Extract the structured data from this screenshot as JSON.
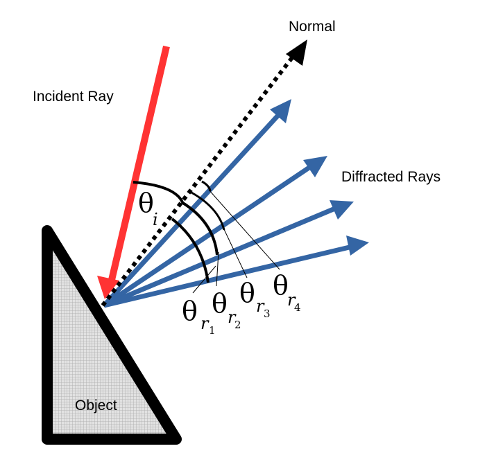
{
  "labels": {
    "normal": "Normal",
    "incident_ray": "Incident Ray",
    "diffracted_rays": "Diffracted Rays",
    "object": "Object"
  },
  "angles": {
    "theta": "θ",
    "incident_sub": "i",
    "reflected_sub": "r",
    "r_indices": [
      "1",
      "2",
      "3",
      "4"
    ]
  },
  "colors": {
    "incident": "#ff3333",
    "diffracted": "#3465a4",
    "normal": "#000000",
    "object_fill": "#cfcfcf",
    "object_border": "#000000"
  }
}
